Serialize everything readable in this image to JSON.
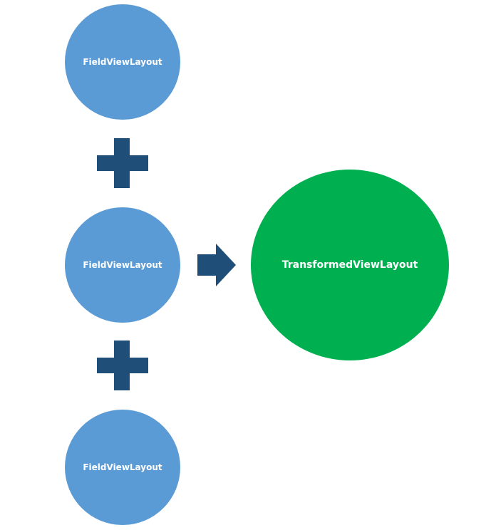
{
  "diagram": {
    "inputs": [
      {
        "label": "FieldViewLayout"
      },
      {
        "label": "FieldViewLayout"
      },
      {
        "label": "FieldViewLayout"
      }
    ],
    "output": {
      "label": "TransformedViewLayout"
    },
    "operators": [
      "plus",
      "plus"
    ],
    "connector": "arrow-right",
    "colors": {
      "input_fill": "#5b9bd5",
      "output_fill": "#00b050",
      "operator_fill": "#1f4e79",
      "label_text": "#ffffff"
    }
  }
}
